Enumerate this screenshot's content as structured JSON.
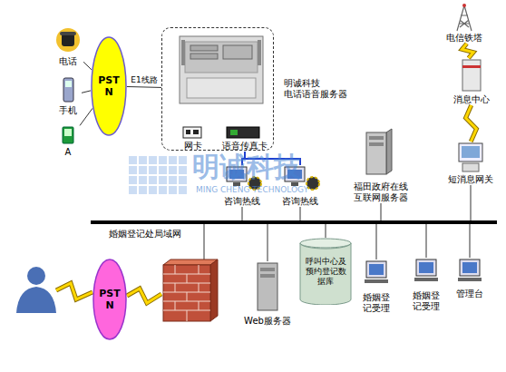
{
  "diagram": {
    "nodes": [
      {
        "text": [
          "电话"
        ]
      },
      {
        "text": [
          "手机"
        ]
      },
      {
        "text": [
          "A"
        ]
      },
      {
        "text": [
          "PST N"
        ]
      },
      {
        "text": [
          "明诚科技 电话语音服务器"
        ]
      },
      {
        "text": [
          "网卡"
        ],
        "in": 4
      },
      {
        "text": [
          "语音传真卡"
        ],
        "in": 4
      },
      {
        "text": [
          "咨询热线"
        ]
      },
      {
        "text": [
          "咨询热线"
        ]
      },
      {
        "text": [
          "电信铁塔"
        ]
      },
      {
        "text": [
          "消息中心"
        ]
      },
      {
        "text": [
          "短消息网关"
        ]
      },
      {
        "text": [
          "福田政府在线 互联网服务器"
        ]
      },
      {
        "text": [
          "婚姻登记处局域网"
        ]
      },
      {
        "text": [
          "PST N"
        ]
      },
      {
        "text": [
          "Web服务器"
        ]
      },
      {
        "text": [
          "呼叫中心及预约登记数据库"
        ]
      },
      {
        "text": [
          "婚姻登记受理"
        ]
      },
      {
        "text": [
          "婚姻登记受理"
        ]
      },
      {
        "text": [
          "管理台"
        ]
      }
    ],
    "edges": [
      {
        "from": 0,
        "to": 3,
        "arrow": "none"
      },
      {
        "from": 1,
        "to": 3,
        "arrow": "none"
      },
      {
        "from": 2,
        "to": 3,
        "arrow": "none"
      },
      {
        "from": 3,
        "to": 4,
        "label": "E1线路",
        "arrow": "none"
      },
      {
        "from": 6,
        "to": 7,
        "arrow": "none"
      },
      {
        "from": 6,
        "to": 8,
        "arrow": "none"
      },
      {
        "from": 9,
        "to": 10,
        "arrow": "none"
      },
      {
        "from": 10,
        "to": 11,
        "arrow": "none"
      },
      {
        "from": 11,
        "to": 13,
        "arrow": "none"
      },
      {
        "from": 12,
        "to": 13,
        "arrow": "none"
      },
      {
        "from": 7,
        "to": 13,
        "arrow": "none"
      },
      {
        "from": 8,
        "to": 13,
        "arrow": "none"
      },
      {
        "from": 15,
        "to": 13,
        "arrow": "none"
      },
      {
        "from": 16,
        "to": 13,
        "arrow": "none"
      },
      {
        "from": 17,
        "to": 13,
        "arrow": "none"
      },
      {
        "from": 18,
        "to": 13,
        "arrow": "none"
      },
      {
        "from": 19,
        "to": 13,
        "arrow": "none"
      }
    ],
    "labels": [
      "明诚科技",
      "MING CHENG TECHNOLOGY"
    ]
  }
}
